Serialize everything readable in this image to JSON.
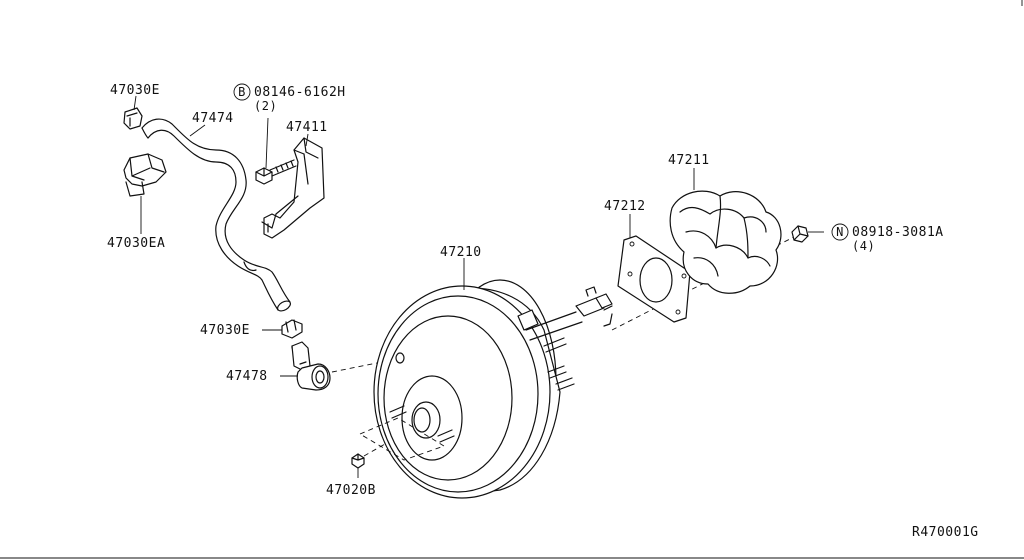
{
  "diagram": {
    "part_labels": {
      "p47030E_top": "47030E",
      "p47030EA": "47030EA",
      "p47474": "47474",
      "bolt_code": "08146-6162H",
      "bolt_symbol": "B",
      "bolt_qty": "(2)",
      "p47411": "47411",
      "p47030E_bottom": "47030E",
      "p47478": "47478",
      "p47020B": "47020B",
      "p47210": "47210",
      "p47212": "47212",
      "p47211": "47211",
      "nut_code": "08918-3081A",
      "nut_symbol": "N",
      "nut_qty": "(4)"
    },
    "ref_code": "R470001G"
  }
}
